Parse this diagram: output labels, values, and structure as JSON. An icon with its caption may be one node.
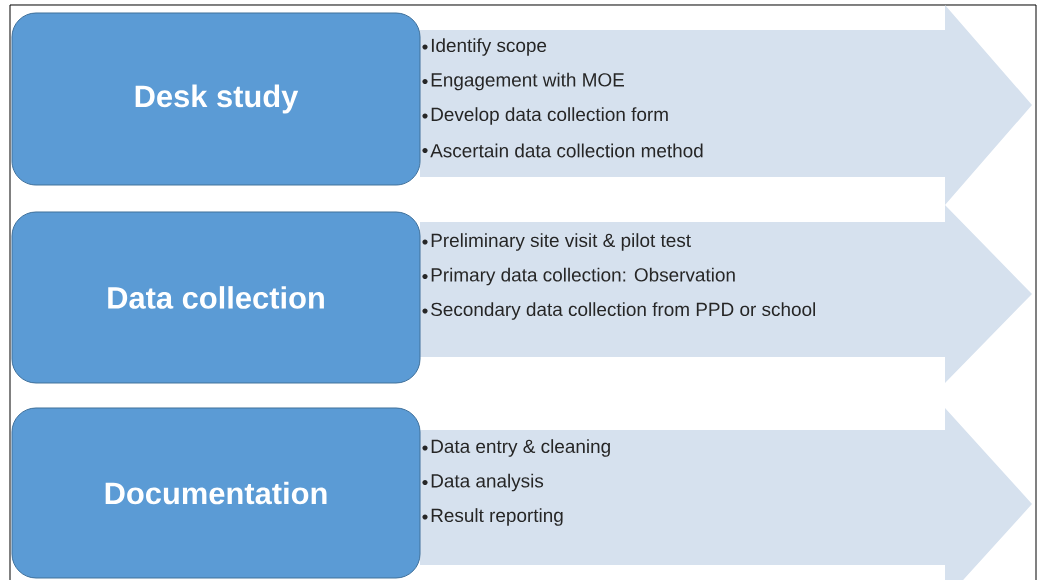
{
  "diagram": {
    "nodes": [
      {
        "text": [
          "Desk study"
        ]
      },
      {
        "text": [
          "Identify scope",
          "Engagement with MOE",
          "Develop data collection form",
          "Ascertain data collection method"
        ]
      },
      {
        "text": [
          "Data collection"
        ]
      },
      {
        "text": [
          "Preliminary site visit & pilot test",
          "Primary data collection: Observation",
          "Secondary data collection from PPD or school"
        ]
      },
      {
        "text": [
          "Documentation"
        ]
      },
      {
        "text": [
          "Data entry & cleaning",
          "Data analysis",
          "Result reporting"
        ]
      }
    ]
  }
}
